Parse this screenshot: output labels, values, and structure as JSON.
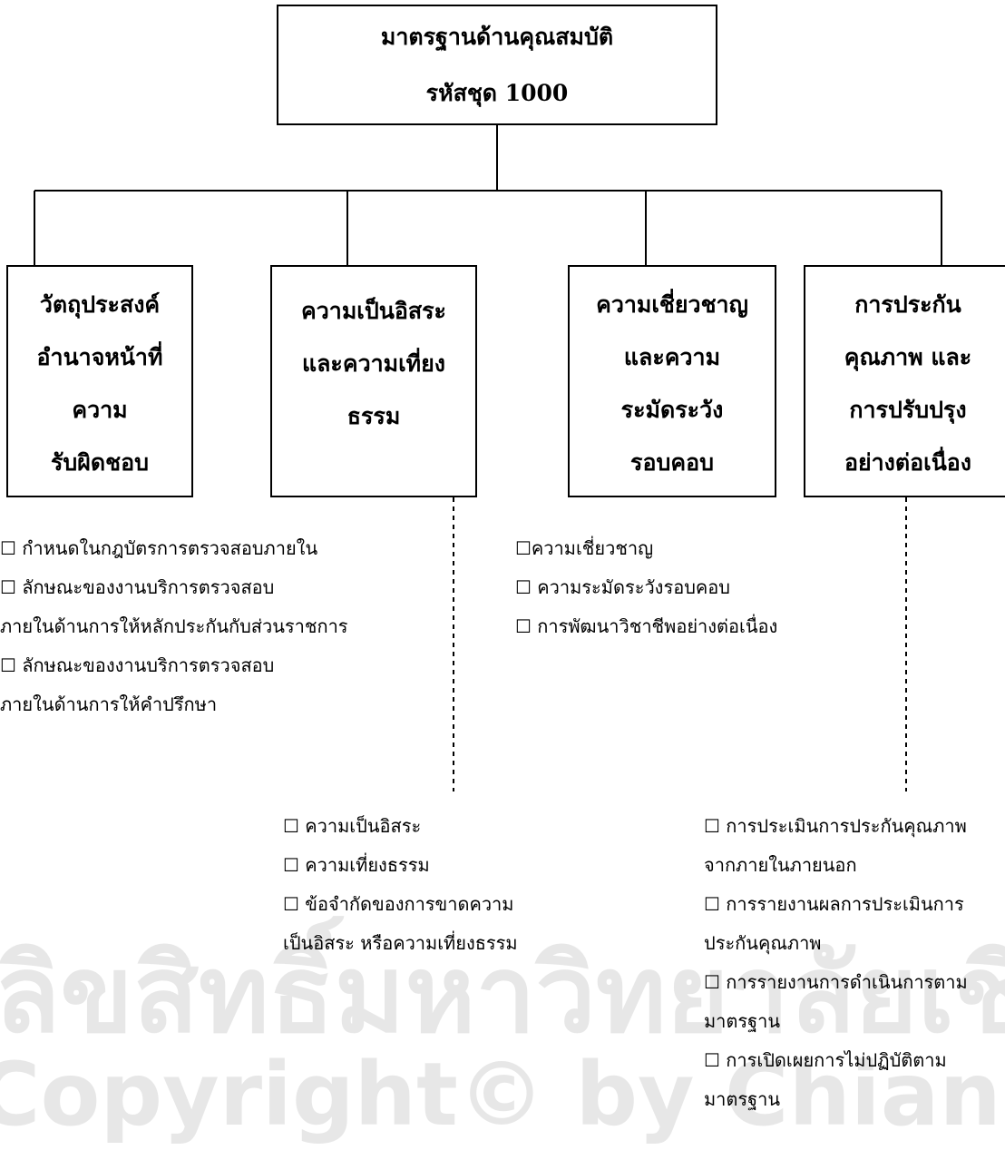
{
  "root": {
    "line1": "มาตรฐานด้านคุณสมบัติ",
    "line2": "รหัสชุด 1000"
  },
  "children": [
    {
      "lines": [
        "วัตถุประสงค์",
        "อำนาจหน้าที่",
        "ความ",
        "รับผิดชอบ"
      ]
    },
    {
      "lines": [
        "ความเป็นอิสระ",
        "และความเที่ยง",
        "ธรรม"
      ]
    },
    {
      "lines": [
        "ความเชี่ยวชาญ",
        "และความ",
        "ระมัดระวัง",
        "รอบคอบ"
      ]
    },
    {
      "lines": [
        "การประกัน",
        "คุณภาพ และ",
        "การปรับปรุง",
        "อย่างต่อเนื่อง"
      ]
    }
  ],
  "lists": {
    "list1": [
      "☐ กำหนดในกฎบัตรการตรวจสอบภายใน",
      "☐ ลักษณะของงานบริการตรวจสอบ",
      "ภายในด้านการให้หลักประกันกับส่วนราชการ",
      "☐ ลักษณะของงานบริการตรวจสอบ",
      "ภายในด้านการให้คำปรึกษา"
    ],
    "list2": [
      "☐ความเชี่ยวชาญ",
      "☐ ความระมัดระวังรอบคอบ",
      "☐ การพัฒนาวิชาชีพอย่างต่อเนื่อง"
    ],
    "list3": [
      "☐ ความเป็นอิสระ",
      "☐ ความเที่ยงธรรม",
      "☐ ข้อจำกัดของการขาดความ",
      "เป็นอิสระ หรือความเที่ยงธรรม"
    ],
    "list4": [
      "☐ การประเมินการประกันคุณภาพ",
      "จากภายในภายนอก",
      "☐ การรายงานผลการประเมินการ",
      "ประกันคุณภาพ",
      "☐ การรายงานการดำเนินการตาม",
      "มาตรฐาน",
      "☐ การเปิดเผยการไม่ปฏิบัติตาม",
      "มาตรฐาน"
    ]
  },
  "watermark": {
    "thai": "ลิขสิทธิ์มหาวิทยาลัยเชียงใหม่",
    "copyright": "Copyright© by Chiang Mai University"
  }
}
